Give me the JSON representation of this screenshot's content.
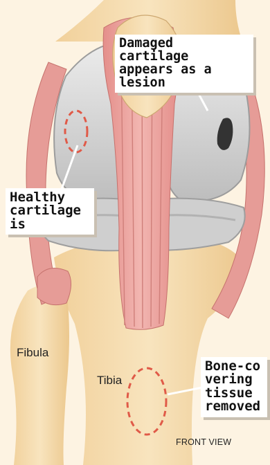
{
  "callouts": {
    "damaged": [
      "Damaged cartilage",
      "appears as a lesion"
    ],
    "healthy": [
      "Healthy",
      "cartilage",
      "is"
    ],
    "bone": [
      "Bone-co",
      "vering",
      "tissue",
      "removed"
    ]
  },
  "labels": {
    "fibula": "Fibula",
    "tibia": "Tibia",
    "front_view": "FRONT VIEW"
  },
  "colors": {
    "background": "#fdf3e2",
    "bone": "#f6ddb0",
    "cartilage": "#d3d3d3",
    "ligament": "#e79a96",
    "marker": "#e05a48",
    "lesion": "#333333"
  }
}
